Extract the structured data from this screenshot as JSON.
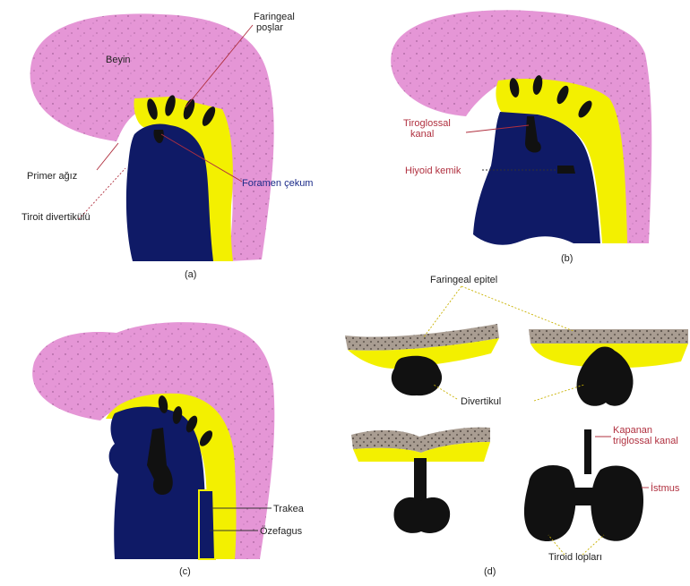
{
  "colors": {
    "brain": "#e596d6",
    "brain_dark": "#d684c7",
    "yellow": "#f3f000",
    "navy": "#0f1a66",
    "black": "#111111",
    "epithelium": "#9b8f86",
    "leader_red": "#b0303f",
    "leader_yellow": "#c9b200",
    "label_text": "#222222",
    "label_blue": "#1a2a88"
  },
  "panel_a": {
    "caption": "(a)",
    "labels": {
      "beyin": "Beyin",
      "faringeal_l1": "Faringeal",
      "faringeal_l2": "poşlar",
      "primer": "Primer ağız",
      "foramen": "Foramen çekum",
      "tiroit": "Tiroit divertikülü"
    }
  },
  "panel_b": {
    "caption": "(b)",
    "labels": {
      "tiroglossal_l1": "Tiroglossal",
      "tiroglossal_l2": "kanal",
      "hiyoid": "Hiyoid kemik"
    }
  },
  "panel_c": {
    "caption": "(c)",
    "labels": {
      "trakea": "Trakea",
      "ozefagus": "Özefagus"
    }
  },
  "panel_d": {
    "caption": "(d)",
    "labels": {
      "faringeal_epitel": "Faringeal epitel",
      "divertikul": "Divertikul",
      "kapanan_l1": "Kapanan",
      "kapanan_l2": "triglossal kanal",
      "istmus": "İstmus",
      "tiroid_loplari": "Tiroid lopları"
    }
  }
}
